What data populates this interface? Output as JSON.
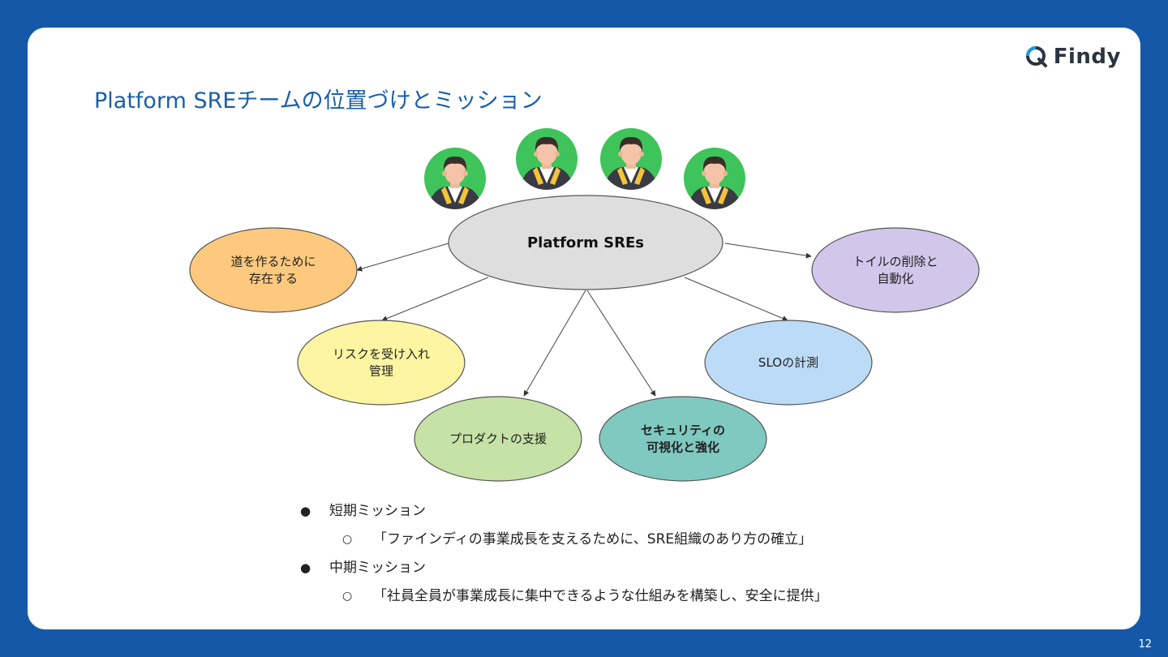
{
  "slide": {
    "title": "Platform SREチームの位置づけとミッション",
    "page_number": "12",
    "logo_text": "Findy",
    "logo_icon": "findy-q-icon"
  },
  "diagram": {
    "center_label": "Platform SREs",
    "people_count": 4,
    "people_icon": "person-avatar-icon",
    "nodes": [
      {
        "id": "road",
        "lines": [
          "道を作るために",
          "存在する"
        ],
        "fill": "#fdc97e",
        "text_color": "#222222"
      },
      {
        "id": "risk",
        "lines": [
          "リスクを受け入れ",
          "管理"
        ],
        "fill": "#fdf5a1",
        "text_color": "#222222"
      },
      {
        "id": "product",
        "lines": [
          "プロダクトの支援"
        ],
        "fill": "#c6e2a6",
        "text_color": "#222222"
      },
      {
        "id": "security",
        "lines": [
          "セキュリティの",
          "可視化と強化"
        ],
        "fill": "#7fc9c0",
        "text_color": "#e5483f"
      },
      {
        "id": "slo",
        "lines": [
          "SLOの計測"
        ],
        "fill": "#bbdbf7",
        "text_color": "#222222"
      },
      {
        "id": "toil",
        "lines": [
          "トイルの削除と",
          "自動化"
        ],
        "fill": "#d2c7ea",
        "text_color": "#222222"
      }
    ]
  },
  "missions": {
    "short_label": "短期ミッション",
    "short_text": "「ファインディの事業成長を支えるために、SRE組織のあり方の確立」",
    "mid_label": "中期ミッション",
    "mid_text": "「社員全員が事業成長に集中できるような仕組みを構築し、安全に提供」",
    "bullet_1": "●",
    "bullet_2": "○"
  }
}
